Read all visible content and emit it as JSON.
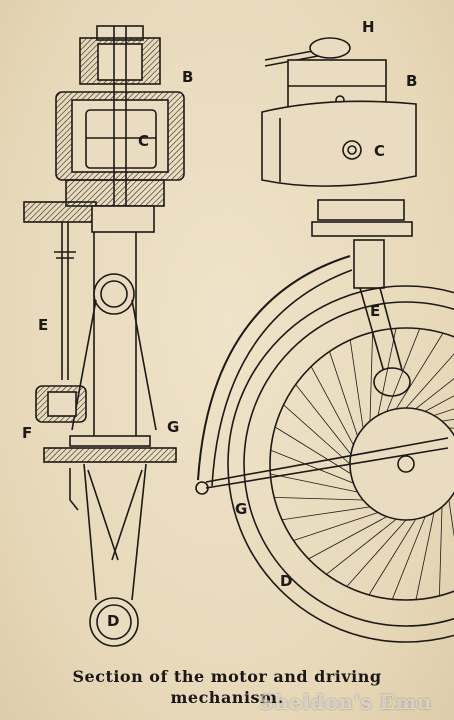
{
  "labels": {
    "left_b": "B",
    "left_c": "C",
    "left_e": "E",
    "left_f": "F",
    "left_g": "G",
    "left_d": "D",
    "right_h": "H",
    "right_b": "B",
    "right_c": "C",
    "right_e": "E",
    "right_g": "G",
    "right_d": "D"
  },
  "caption": {
    "line1": "Section of the motor and driving",
    "line2": "mechanism."
  },
  "watermark": "Sheldon's Emu",
  "colors": {
    "ink": "#1d1a16",
    "paper": "#e9dcc0",
    "shade": "#8a7e6a"
  }
}
